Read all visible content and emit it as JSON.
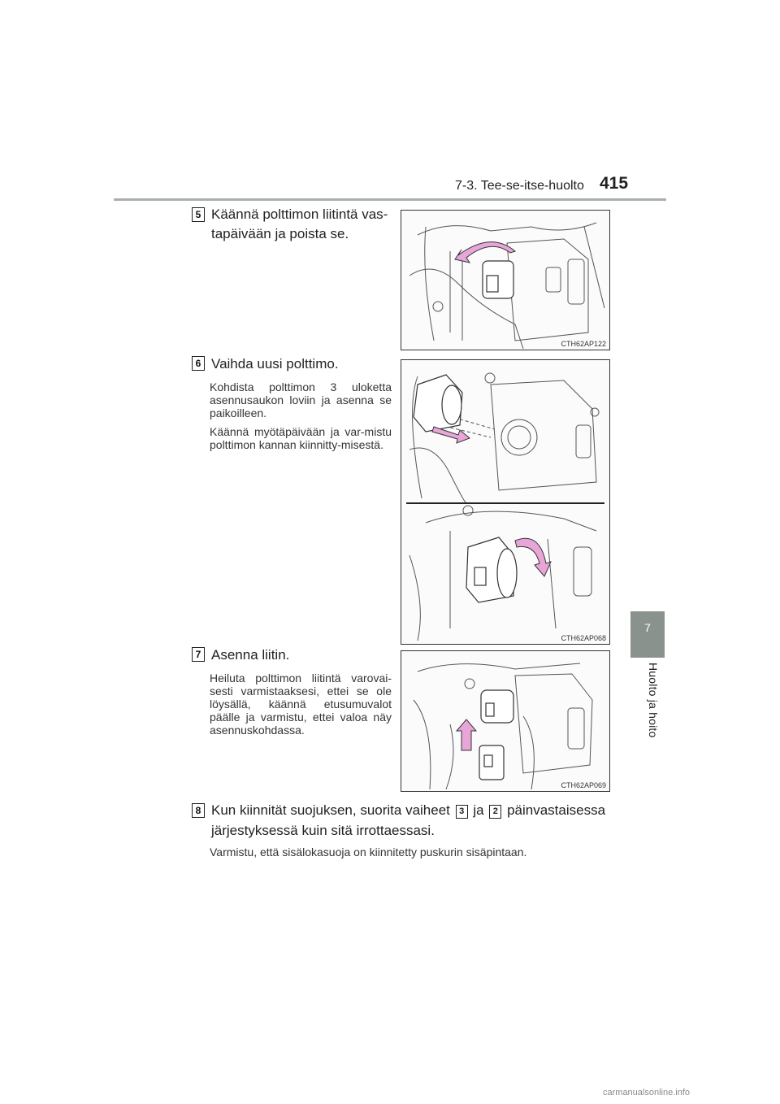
{
  "header": {
    "section": "7-3. Tee-se-itse-huolto",
    "page_number": "415"
  },
  "side_tab": {
    "chapter_number": "7",
    "chapter_title": "Huolto ja hoito"
  },
  "steps": [
    {
      "number": "5",
      "title": "Käännä polttimon liitintä vas-\ntapäivään ja poista se.",
      "figure_code": "CTH62AP122"
    },
    {
      "number": "6",
      "title": "Vaihda uusi polttimo.",
      "paragraphs": [
        "Kohdista polttimon 3 uloketta asennusaukon loviin ja asenna se paikoilleen.",
        "Käännä myötäpäivään ja var-mistu polttimon kannan kiinnitty-misestä."
      ],
      "figure_code": "CTH62AP068"
    },
    {
      "number": "7",
      "title": "Asenna liitin.",
      "paragraphs": [
        "Heiluta polttimon liitintä varovai-sesti varmistaaksesi, ettei se ole löysällä, käännä etusumuvalot päälle ja varmistu, ettei valoa näy asennuskohdassa."
      ],
      "figure_code": "CTH62AP069"
    },
    {
      "number": "8",
      "title_part1": "Kun kiinnität suojuksen, suorita vaiheet",
      "ref_a": "3",
      "title_part2": "ja",
      "ref_b": "2",
      "title_part3": "päinvastaisessa",
      "title_line2": "järjestyksessä kuin sitä irrottaessasi.",
      "note": "Varmistu, että sisälokasuoja on kiinnitetty puskurin sisäpintaan."
    }
  ],
  "footer": {
    "watermark": "carmanualsonline.info"
  },
  "colors": {
    "accent_arrow": "#e8a6d8",
    "tab": "#8a928d",
    "rule": "#a9b0ab"
  }
}
